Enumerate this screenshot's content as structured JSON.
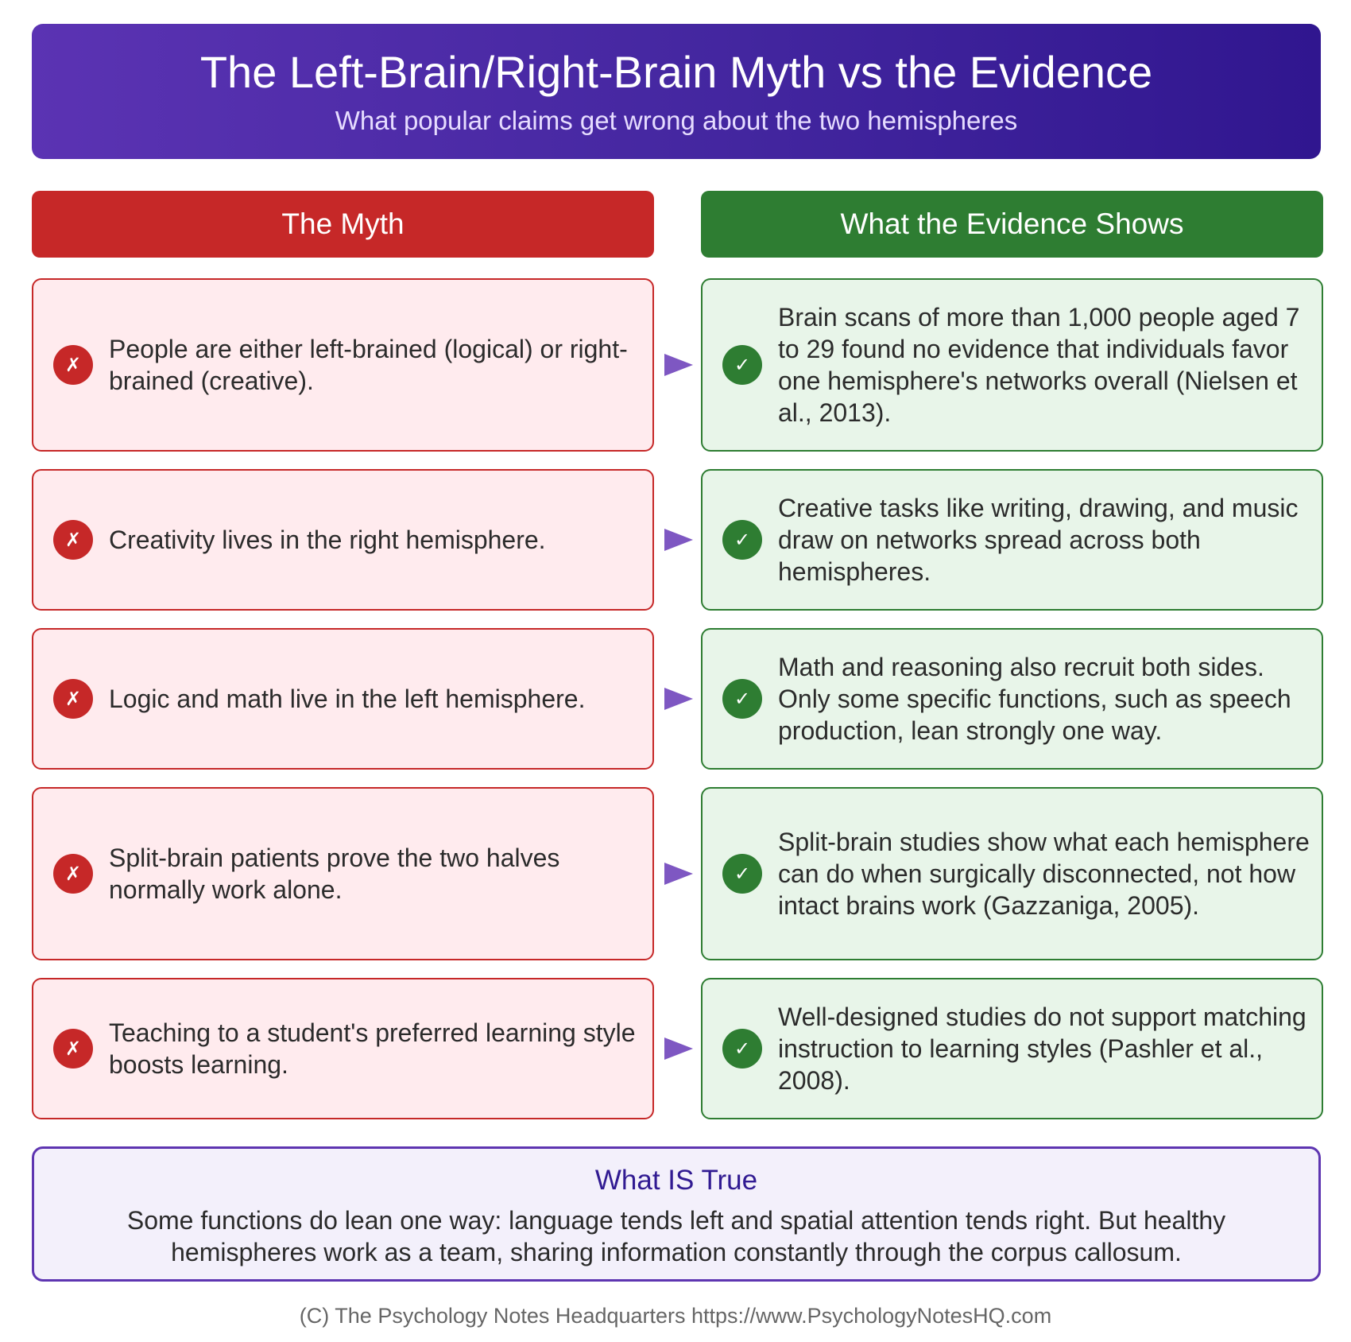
{
  "header": {
    "title": "The Left-Brain/Right-Brain Myth vs the Evidence",
    "subtitle": "What popular claims get wrong about the two hemispheres"
  },
  "columns": {
    "myth": "The Myth",
    "evidence": "What the Evidence Shows"
  },
  "icons": {
    "myth": "✗",
    "evidence": "✓",
    "connector": "arrow-right-icon"
  },
  "colors": {
    "header_start": "#5b33b3",
    "header_end": "#30168f",
    "myth": "#c62828",
    "myth_bg": "#ffebee",
    "evidence": "#2e7d32",
    "evidence_bg": "#e8f5e9",
    "arrow": "#7e57c2",
    "truth_border": "#5e35b1"
  },
  "rows": [
    {
      "myth": "People are either left-brained (logical) or right-brained (creative).",
      "evidence": "Brain scans of more than 1,000 people aged 7 to 29 found no evidence that individuals favor one hemisphere's networks overall (Nielsen et al., 2013)."
    },
    {
      "myth": "Creativity lives in the right hemisphere.",
      "evidence": "Creative tasks like writing, drawing, and music draw on networks spread across both hemispheres."
    },
    {
      "myth": "Logic and math live in the left hemisphere.",
      "evidence": "Math and reasoning also recruit both sides. Only some specific functions, such as speech production, lean strongly one way."
    },
    {
      "myth": "Split-brain patients prove the two halves normally work alone.",
      "evidence": "Split-brain studies show what each hemisphere can do when surgically disconnected, not how intact brains work (Gazzaniga, 2005)."
    },
    {
      "myth": "Teaching to a student's preferred learning style boosts learning.",
      "evidence": "Well-designed studies do not support matching instruction to learning styles (Pashler et al., 2008)."
    }
  ],
  "truth": {
    "title": "What IS True",
    "body": "Some functions do lean one way: language tends left and spatial attention tends right. But healthy hemispheres work as a team, sharing information constantly through the corpus callosum."
  },
  "footer": "(C) The Psychology Notes Headquarters https://www.PsychologyNotesHQ.com"
}
